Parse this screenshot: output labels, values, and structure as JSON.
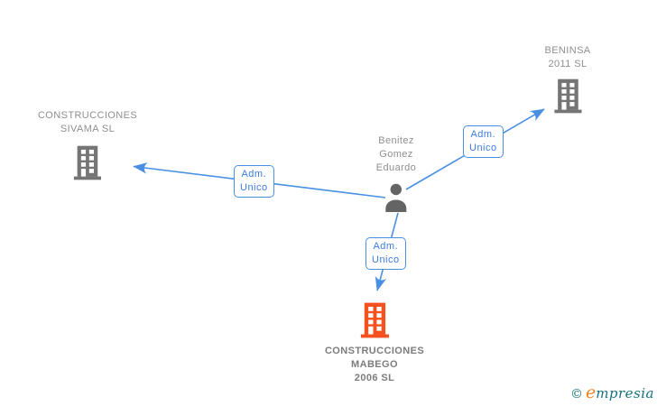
{
  "diagram": {
    "nodes": {
      "sivama": {
        "line1": "CONSTRUCCIONES",
        "line2": "SIVAMA SL"
      },
      "beninsa": {
        "line1": "BENINSA",
        "line2": "2011 SL"
      },
      "person": {
        "line1": "Benitez",
        "line2": "Gomez",
        "line3": "Eduardo"
      },
      "mabego": {
        "line1": "CONSTRUCCIONES",
        "line2": "MABEGO",
        "line3": "2006 SL"
      }
    },
    "edge_labels": {
      "to_sivama": {
        "line1": "Adm.",
        "line2": "Unico"
      },
      "to_beninsa": {
        "line1": "Adm.",
        "line2": "Unico"
      },
      "to_mabego": {
        "line1": "Adm.",
        "line2": "Unico"
      }
    }
  },
  "footer": {
    "copyright_symbol": "©",
    "brand_e": "e",
    "brand_rest": "mpresia"
  },
  "colors": {
    "edge_blue": "#4a90e2",
    "edge_label_text": "#3b7ce0",
    "building_gray": "#757575",
    "person_gray": "#646464",
    "label_gray": "#8f8f8f",
    "highlight_orange": "#f4511e",
    "brand_teal": "#15707f",
    "brand_orange": "#f08221"
  }
}
